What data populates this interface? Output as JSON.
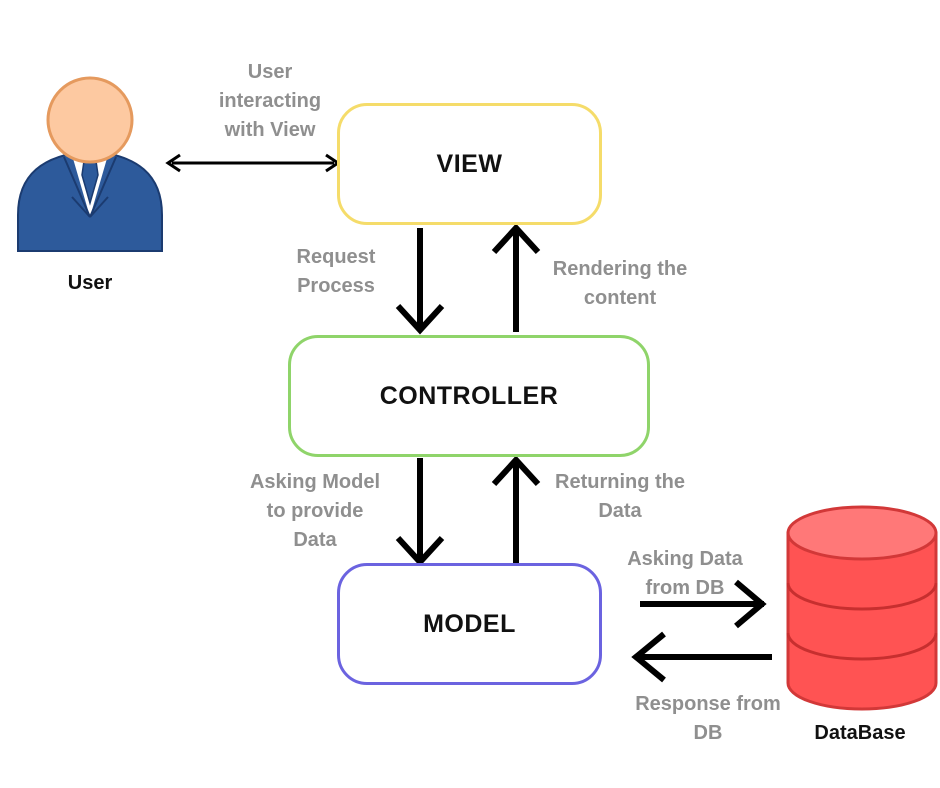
{
  "nodes": {
    "view": {
      "label": "VIEW",
      "border_color": "#f5dc6a"
    },
    "controller": {
      "label": "CONTROLLER",
      "border_color": "#8fd46a"
    },
    "model": {
      "label": "MODEL",
      "border_color": "#6b63e0"
    }
  },
  "actors": {
    "user": {
      "label": "User"
    },
    "database": {
      "label": "DataBase",
      "color": "#ff5353"
    }
  },
  "edge_labels": {
    "user_view": "User\ninteracting\nwith View",
    "request_process": "Request\nProcess",
    "rendering": "Rendering the\ncontent",
    "asking_model": "Asking Model\nto provide\nData",
    "returning_data": "Returning the\nData",
    "asking_db": "Asking Data\nfrom DB",
    "response_db": "Response from\nDB"
  },
  "colors": {
    "text_muted": "#8f8f8f",
    "arrow": "#000000",
    "user_skin": "#fdc9a1",
    "user_suit": "#2d5a9b"
  },
  "icons": [
    "user-icon",
    "database-icon"
  ]
}
